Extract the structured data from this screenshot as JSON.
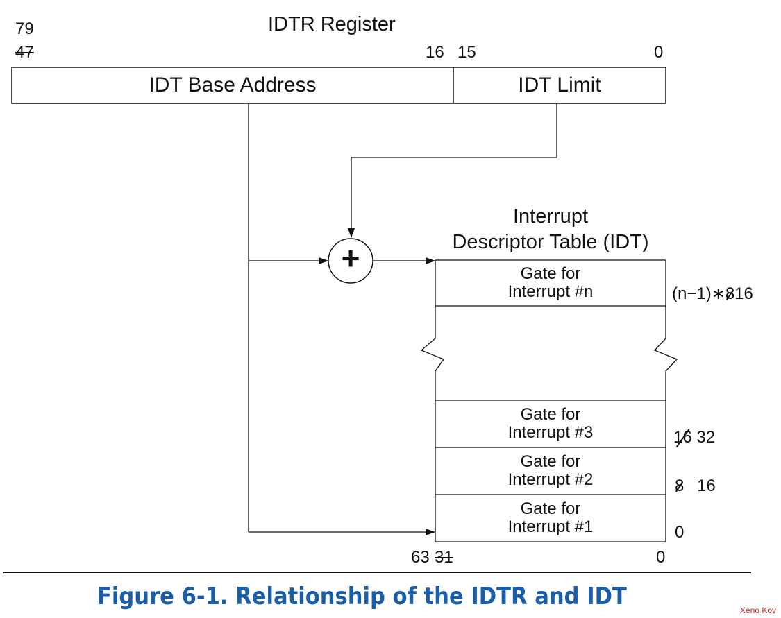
{
  "register": {
    "title": "IDTR Register",
    "bit_79": "79",
    "bit_47_struck": "47",
    "bit_16": "16",
    "bit_15": "15",
    "bit_0": "0",
    "base_field": "IDT Base Address",
    "limit_field": "IDT Limit"
  },
  "idt": {
    "title_line1": "Interrupt",
    "title_line2": "Descriptor Table (IDT)",
    "gates": [
      {
        "line1": "Gate for",
        "line2": "Interrupt #n"
      },
      {
        "line1": "Gate for",
        "line2": "Interrupt #3"
      },
      {
        "line1": "Gate for",
        "line2": "Interrupt #2"
      },
      {
        "line1": "Gate for",
        "line2": "Interrupt #1"
      }
    ],
    "offset_n_prefix": "(n−1)∗",
    "offset_n_struck": "8",
    "offset_n_value": "16",
    "offset_3_struck": "16",
    "offset_3_value": "32",
    "offset_2_struck": "8",
    "offset_2_value": "16",
    "offset_1_value": "0",
    "bit_63": "63",
    "bit_31_struck": "31",
    "bit_0": "0"
  },
  "adder_symbol": "+",
  "caption": "Figure 6-1.  Relationship of the IDTR and IDT",
  "watermark": "Xeno Kov",
  "colors": {
    "caption": "#1a5ea8",
    "line": "#111111",
    "watermark": "#c62828"
  }
}
